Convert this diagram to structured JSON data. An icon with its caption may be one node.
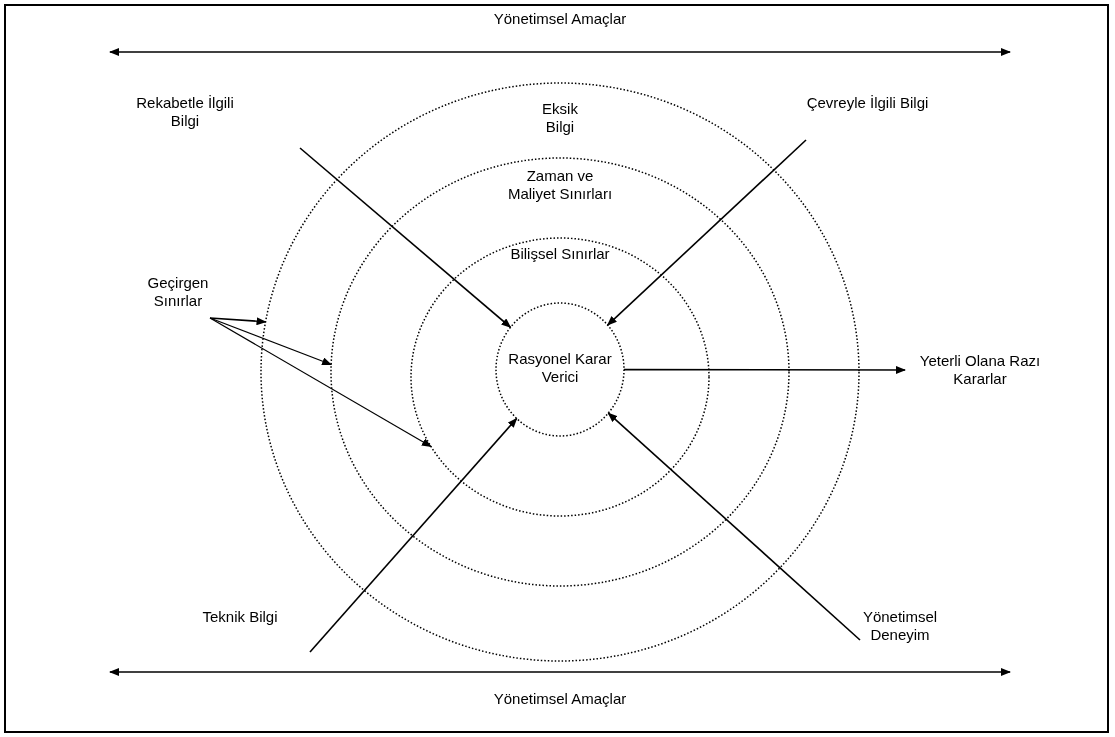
{
  "diagram": {
    "nodes": [
      {
        "text": [
          "Eksik Bilgi"
        ]
      },
      {
        "text": [
          "Zaman ve Maliyet Sınırları"
        ],
        "in": 0
      },
      {
        "text": [
          "Bilişsel Sınırlar"
        ],
        "in": 1
      },
      {
        "text": [
          "Rasyonel Karar Verici"
        ],
        "in": 2
      },
      {
        "text": [
          "Rekabetle İlgili Bilgi"
        ]
      },
      {
        "text": [
          "Çevreyle İlgili Bilgi"
        ]
      },
      {
        "text": [
          "Geçirgen Sınırlar"
        ]
      },
      {
        "text": [
          "Teknik Bilgi"
        ]
      },
      {
        "text": [
          "Yönetimsel Deneyim"
        ]
      },
      {
        "text": [
          "Yeterli Olana Razı Kararlar"
        ]
      }
    ],
    "edges": [
      {
        "from": 4,
        "to": 3,
        "arrow": "to"
      },
      {
        "from": 5,
        "to": 3,
        "arrow": "to"
      },
      {
        "from": 6,
        "to": 0,
        "arrow": "to"
      },
      {
        "from": 6,
        "to": 1,
        "arrow": "to"
      },
      {
        "from": 6,
        "to": 2,
        "arrow": "to"
      },
      {
        "from": 7,
        "to": 3,
        "arrow": "to"
      },
      {
        "from": 8,
        "to": 3,
        "arrow": "to"
      },
      {
        "from": 3,
        "to": 9,
        "arrow": "to"
      }
    ],
    "labels": [
      "Yönetimsel Amaçlar",
      "Yönetimsel Amaçlar"
    ]
  }
}
